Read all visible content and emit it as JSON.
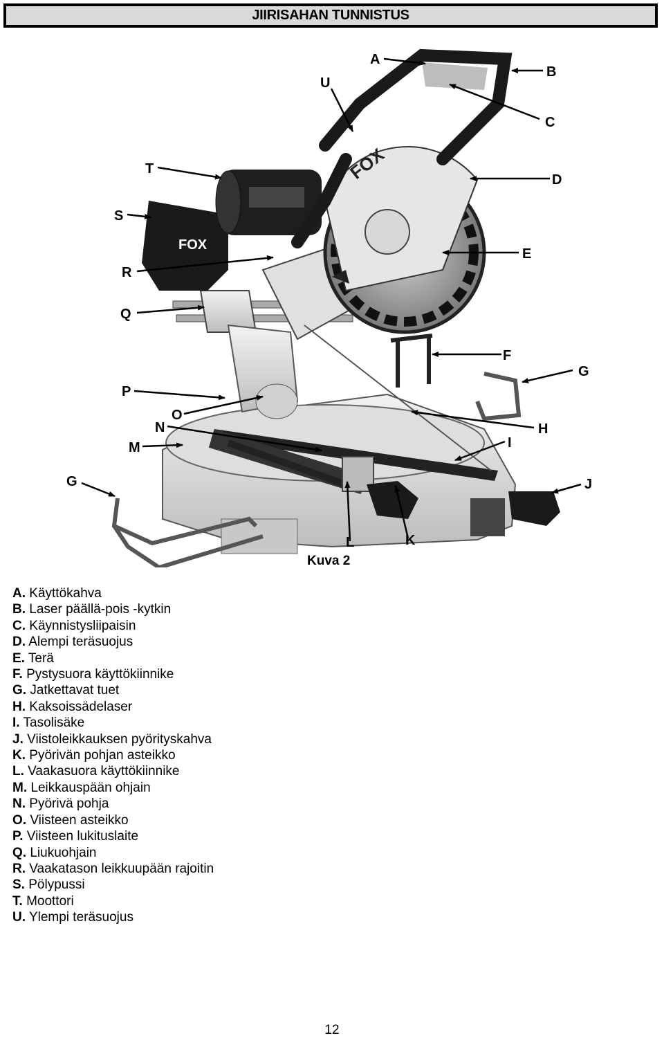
{
  "header": {
    "title": "JIIRISAHAN TUNNISTUS"
  },
  "figure": {
    "callouts": [
      "A",
      "B",
      "C",
      "D",
      "E",
      "F",
      "G",
      "H",
      "I",
      "J",
      "K",
      "L",
      "M",
      "N",
      "O",
      "P",
      "Q",
      "R",
      "S",
      "T",
      "U",
      "G"
    ],
    "brand_logo_text": "FOX",
    "caption": "Kuva 2"
  },
  "parts": [
    {
      "letter": "A.",
      "name": "Käyttökahva"
    },
    {
      "letter": "B.",
      "name": "Laser päällä-pois -kytkin"
    },
    {
      "letter": "C.",
      "name": "Käynnistysliipaisin"
    },
    {
      "letter": "D.",
      "name": "Alempi teräsuojus"
    },
    {
      "letter": "E.",
      "name": "Terä"
    },
    {
      "letter": "F.",
      "name": "Pystysuora käyttökiinnike"
    },
    {
      "letter": "G.",
      "name": "Jatkettavat tuet"
    },
    {
      "letter": "H.",
      "name": "Kaksoissädelaser"
    },
    {
      "letter": "I.",
      "name": "Tasolisäke"
    },
    {
      "letter": "J.",
      "name": "Viistoleikkauksen pyörityskahva"
    },
    {
      "letter": "K.",
      "name": "Pyörivän pohjan asteikko"
    },
    {
      "letter": "L.",
      "name": "Vaakasuora käyttökiinnike"
    },
    {
      "letter": "M.",
      "name": "Leikkauspään ohjain"
    },
    {
      "letter": "N.",
      "name": "Pyörivä pohja"
    },
    {
      "letter": "O.",
      "name": "Viisteen asteikko"
    },
    {
      "letter": "P.",
      "name": "Viisteen lukituslaite"
    },
    {
      "letter": "Q.",
      "name": "Liukuohjain"
    },
    {
      "letter": "R.",
      "name": "Vaakatason leikkuupään rajoitin"
    },
    {
      "letter": "S.",
      "name": "Pölypussi"
    },
    {
      "letter": "T.",
      "name": "Moottori"
    },
    {
      "letter": "U.",
      "name": "Ylempi teräsuojus"
    }
  ],
  "footer": {
    "page_number": "12"
  }
}
